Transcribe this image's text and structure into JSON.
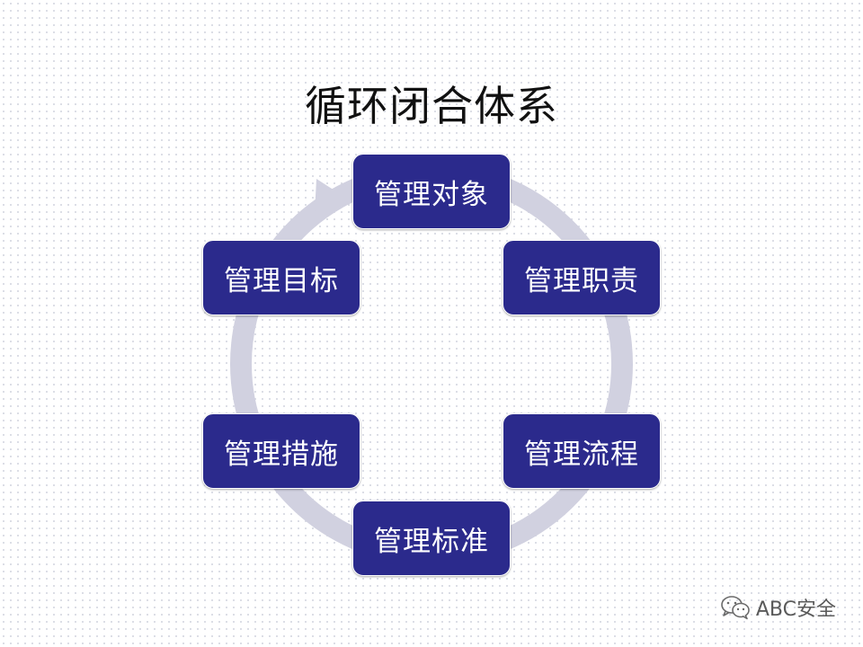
{
  "title": "循环闭合体系",
  "nodes": [
    {
      "id": "object",
      "label": "管理对象"
    },
    {
      "id": "duty",
      "label": "管理职责"
    },
    {
      "id": "process",
      "label": "管理流程"
    },
    {
      "id": "standard",
      "label": "管理标准"
    },
    {
      "id": "measures",
      "label": "管理措施"
    },
    {
      "id": "goal",
      "label": "管理目标"
    }
  ],
  "watermark": {
    "icon": "wechat-icon",
    "text": "ABC安全"
  },
  "colors": {
    "node_fill": "#2b2a8c",
    "node_text": "#ffffff",
    "ring": "#d1d1e0",
    "title_text": "#111111"
  }
}
